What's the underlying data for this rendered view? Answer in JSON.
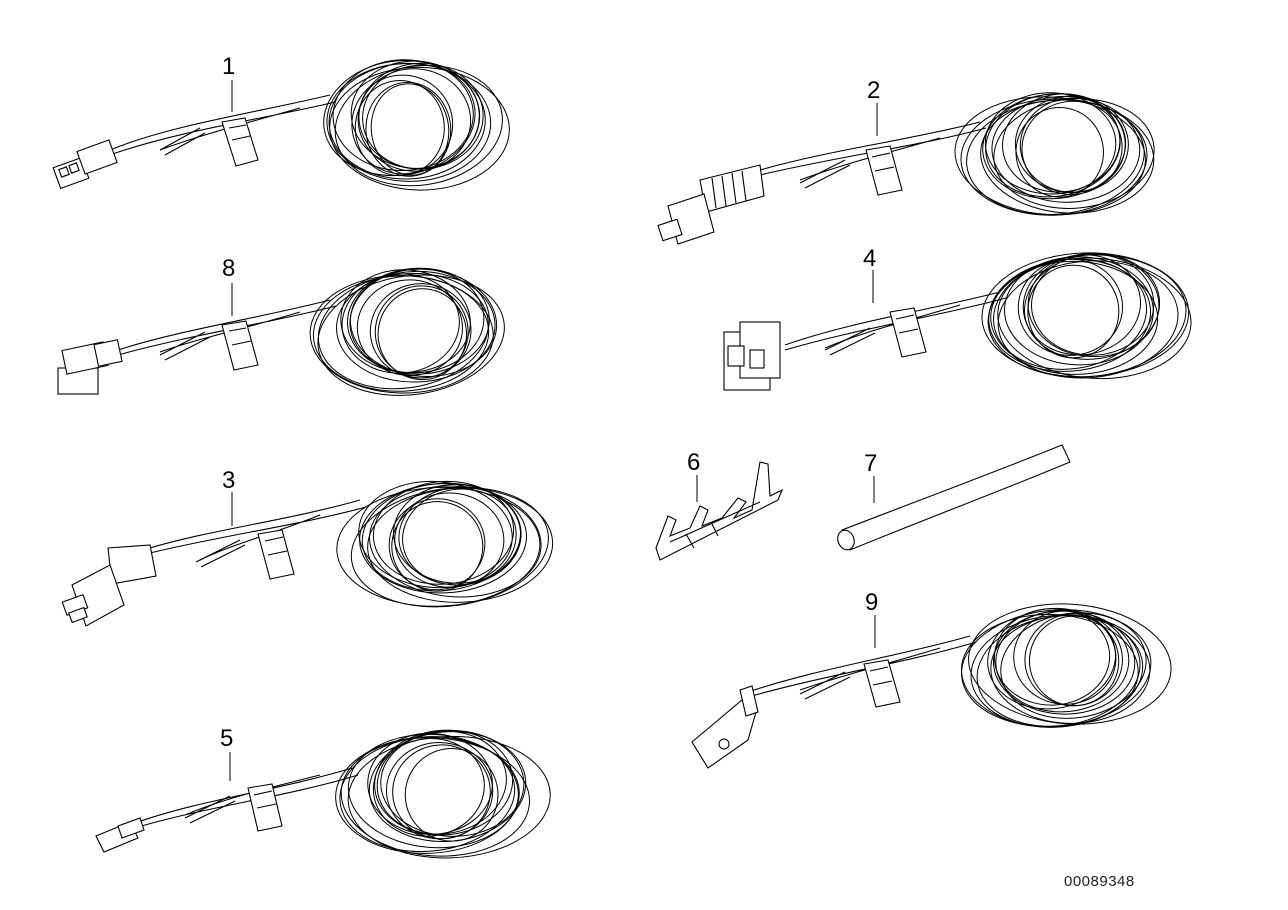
{
  "diagram": {
    "callouts": {
      "c1": "1",
      "c2": "2",
      "c3": "3",
      "c4": "4",
      "c5": "5",
      "c6": "6",
      "c7": "7",
      "c8": "8",
      "c9": "9"
    },
    "document_number": "00089348",
    "icons": [
      "wiring-harness-coil-icon",
      "connector-plug-icon",
      "cable-clip-icon",
      "crimp-terminal-icon",
      "sleeve-tube-icon"
    ]
  }
}
